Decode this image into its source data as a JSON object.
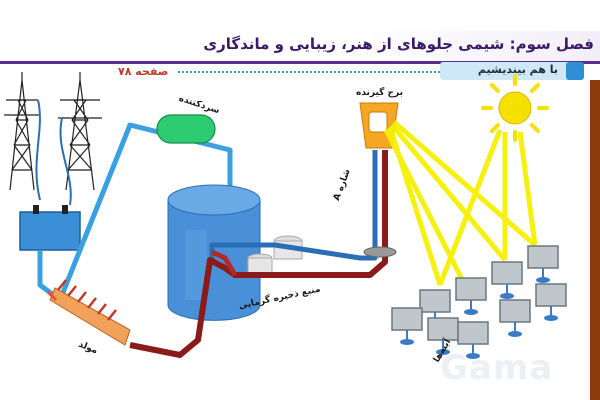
{
  "header": {
    "title": "فصل سوم: شیمی جلوهای از هنر، زیبایی و ماندگاری",
    "page_label": "صفحه ۷۸"
  },
  "section": {
    "label": "با هم بیندیشیم"
  },
  "diagram": {
    "labels": {
      "condenser": "سردکننده",
      "receiving_tower": "برج گیرنده",
      "flow": "شاره A",
      "storage_tank": "منبع ذخیره گرمایی",
      "generator": "مولد",
      "mirrors": "آینه‌ها"
    },
    "colors": {
      "hot_pipe": "#8b1a1a",
      "cold_pipe": "#3aa0e0",
      "sun_rays": "#f5f000",
      "tank": "#4a90d9",
      "condenser": "#2ecc71",
      "tower": "#f5a623",
      "battery": "#3a8fd6"
    },
    "icons": [
      "power-tower-icon",
      "battery-icon",
      "sun-icon",
      "mirror-icon",
      "receiving-tower-icon"
    ]
  },
  "watermark": {
    "text": "Gama"
  }
}
